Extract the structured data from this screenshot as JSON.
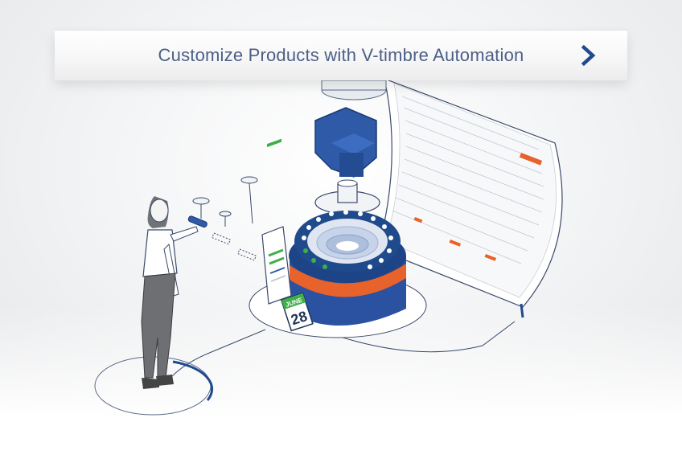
{
  "banner": {
    "title": "Customize Products with V-timbre Automation",
    "arrow_icon": "chevron-right-icon"
  },
  "calendar": {
    "month": "JUNE",
    "day": "28"
  },
  "colors": {
    "title_text": "#4c5f86",
    "chevron": "#1f4a8c",
    "machine_blue": "#2e5aa8",
    "accent_orange": "#e8622c",
    "accent_green": "#3fae49"
  }
}
